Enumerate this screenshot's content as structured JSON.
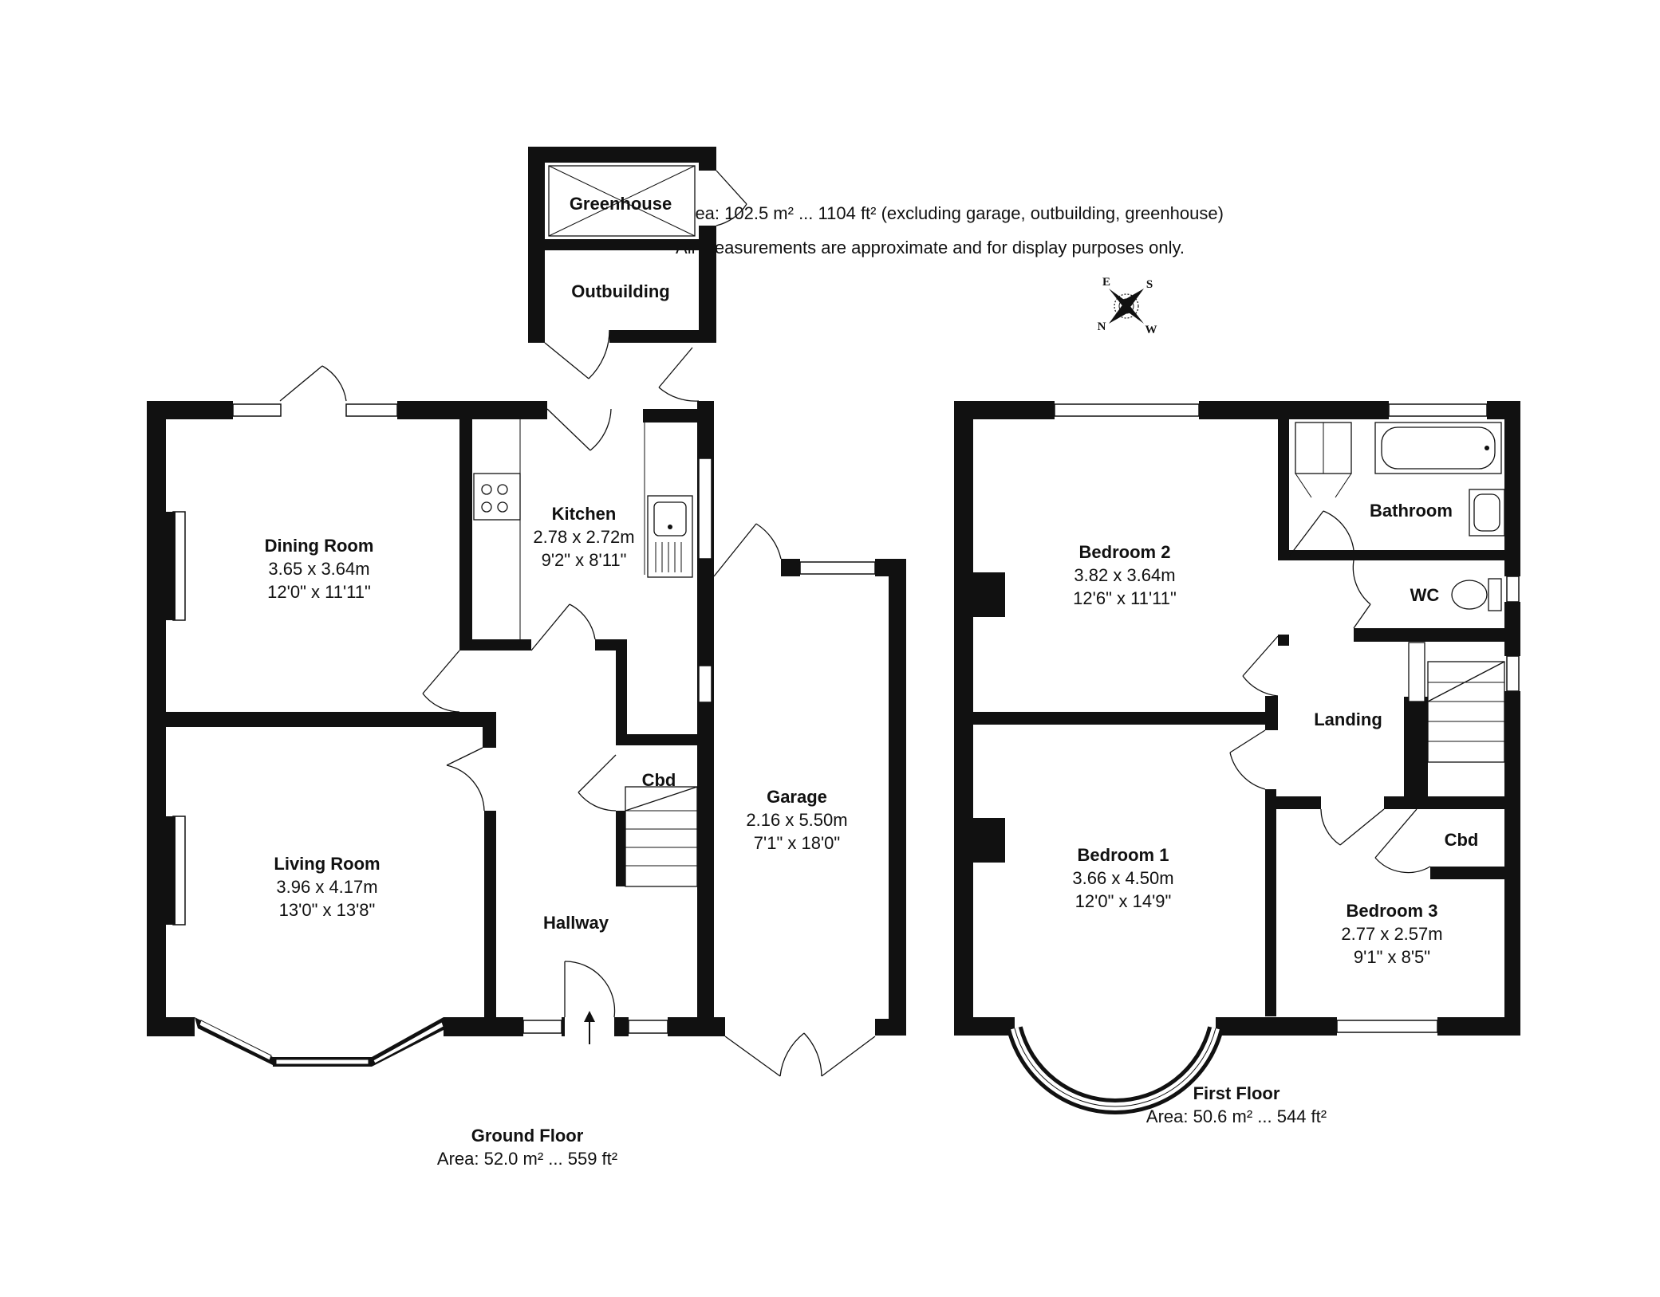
{
  "header": {
    "total_area": "Total Area: 102.5 m² ... 1104 ft² (excluding garage, outbuilding, greenhouse)",
    "disclaimer": "All measurements are approximate and for display purposes only."
  },
  "compass": {
    "e": "E",
    "s": "S",
    "n": "N",
    "w": "W"
  },
  "ground_floor": {
    "title": "Ground Floor",
    "area": "Area: 52.0 m² ... 559 ft²",
    "rooms": {
      "greenhouse": {
        "name": "Greenhouse"
      },
      "outbuilding": {
        "name": "Outbuilding"
      },
      "dining": {
        "name": "Dining Room",
        "metric": "3.65 x 3.64m",
        "imperial": "12'0\" x 11'11\""
      },
      "kitchen": {
        "name": "Kitchen",
        "metric": "2.78 x 2.72m",
        "imperial": "9'2\" x 8'11\""
      },
      "living": {
        "name": "Living Room",
        "metric": "3.96 x 4.17m",
        "imperial": "13'0\" x 13'8\""
      },
      "cbd": {
        "name": "Cbd"
      },
      "hallway": {
        "name": "Hallway"
      },
      "garage": {
        "name": "Garage",
        "metric": "2.16 x 5.50m",
        "imperial": "7'1\" x 18'0\""
      }
    }
  },
  "first_floor": {
    "title": "First Floor",
    "area": "Area: 50.6 m² ... 544 ft²",
    "rooms": {
      "bedroom2": {
        "name": "Bedroom 2",
        "metric": "3.82 x 3.64m",
        "imperial": "12'6\" x 11'11\""
      },
      "bathroom": {
        "name": "Bathroom"
      },
      "wc": {
        "name": "WC"
      },
      "landing": {
        "name": "Landing"
      },
      "bedroom1": {
        "name": "Bedroom 1",
        "metric": "3.66 x 4.50m",
        "imperial": "12'0\" x 14'9\""
      },
      "cbd": {
        "name": "Cbd"
      },
      "bedroom3": {
        "name": "Bedroom 3",
        "metric": "2.77 x 2.57m",
        "imperial": "9'1\" x 8'5\""
      }
    }
  }
}
